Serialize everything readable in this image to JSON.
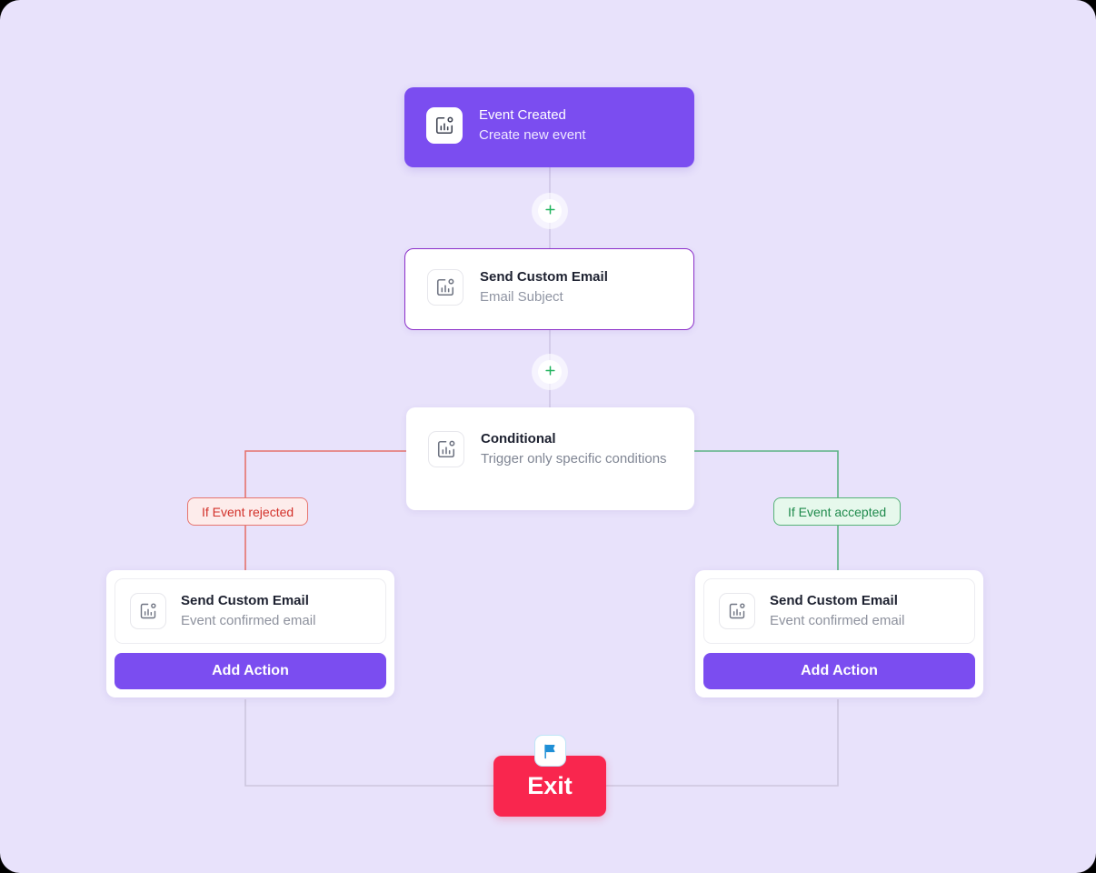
{
  "canvas": {
    "background_color": "#e8e2fb",
    "accent_purple": "#7b4df0",
    "selected_border": "#8b2fc9",
    "exit_red": "#f9264e",
    "plus_green": "#22b45f",
    "rejected_color": "#d2312a",
    "accepted_color": "#1f8a4c"
  },
  "nodes": {
    "trigger": {
      "title": "Event Created",
      "subtitle": "Create new event",
      "icon": "chart-event-icon"
    },
    "email": {
      "title": "Send Custom Email",
      "subtitle": "Email Subject",
      "icon": "chart-event-icon"
    },
    "conditional": {
      "title": "Conditional",
      "subtitle": "Trigger only specific conditions",
      "icon": "chart-event-icon"
    },
    "branch_left": {
      "title": "Send Custom Email",
      "subtitle": "Event confirmed email",
      "icon": "chart-event-icon",
      "add_action_label": "Add Action"
    },
    "branch_right": {
      "title": "Send Custom Email",
      "subtitle": "Event confirmed email",
      "icon": "chart-event-icon",
      "add_action_label": "Add Action"
    },
    "exit": {
      "label": "Exit",
      "icon": "flag-icon"
    }
  },
  "branch_labels": {
    "rejected": "If Event rejected",
    "accepted": "If Event accepted"
  },
  "connectors": {
    "add_step_icon": "plus-icon",
    "add_step_count": 2
  }
}
